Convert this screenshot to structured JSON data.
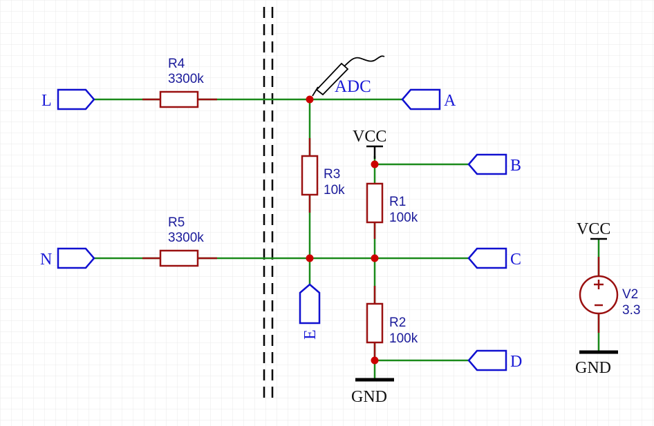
{
  "colors": {
    "wire": "#1a8a1a",
    "component": "#9a1010",
    "junction": "#cc0000",
    "port": "#1010d0",
    "power": "#000000",
    "grid": "#e6e6e6"
  },
  "ports": {
    "L": "L",
    "N": "N",
    "A": "A",
    "B": "B",
    "C": "C",
    "D": "D",
    "E": "E"
  },
  "probe_label": "ADC",
  "power": {
    "vcc_main": "VCC",
    "gnd_main": "GND",
    "vcc_source": "VCC",
    "gnd_source": "GND"
  },
  "components": {
    "R4": {
      "name": "R4",
      "value": "3300k"
    },
    "R5": {
      "name": "R5",
      "value": "3300k"
    },
    "R3": {
      "name": "R3",
      "value": "10k"
    },
    "R1": {
      "name": "R1",
      "value": "100k"
    },
    "R2": {
      "name": "R2",
      "value": "100k"
    },
    "V2": {
      "name": "V2",
      "value": "3.3"
    }
  }
}
